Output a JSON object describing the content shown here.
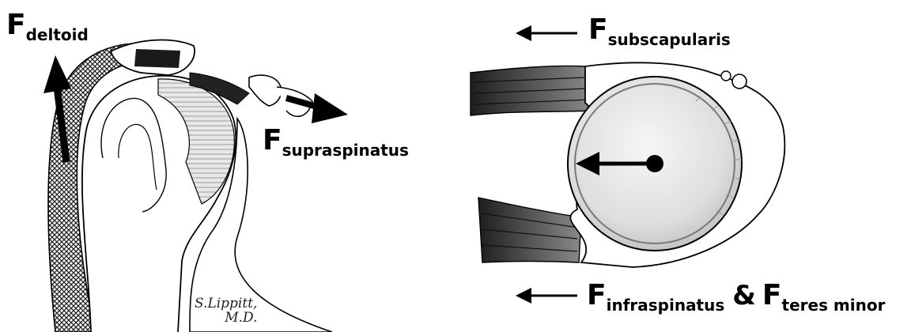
{
  "labels": {
    "deltoid": {
      "symbol": "F",
      "subscript": "deltoid"
    },
    "supraspinatus": {
      "symbol": "F",
      "subscript": "supraspinatus"
    },
    "subscapularis": {
      "symbol": "F",
      "subscript": "subscapularis"
    },
    "infraspinatus_teres": {
      "symbol1": "F",
      "subscript1": "infraspinatus",
      "conjunction": "&",
      "symbol2": "F",
      "subscript2": "teres minor"
    }
  },
  "signature": {
    "line1": "S.Lippitt,",
    "line2": "M.D."
  },
  "colors": {
    "ink": "#000000",
    "muscle_dark": "#3a3a3a",
    "cartilage": "#d0d0d0",
    "head": "#e6e6e6"
  }
}
